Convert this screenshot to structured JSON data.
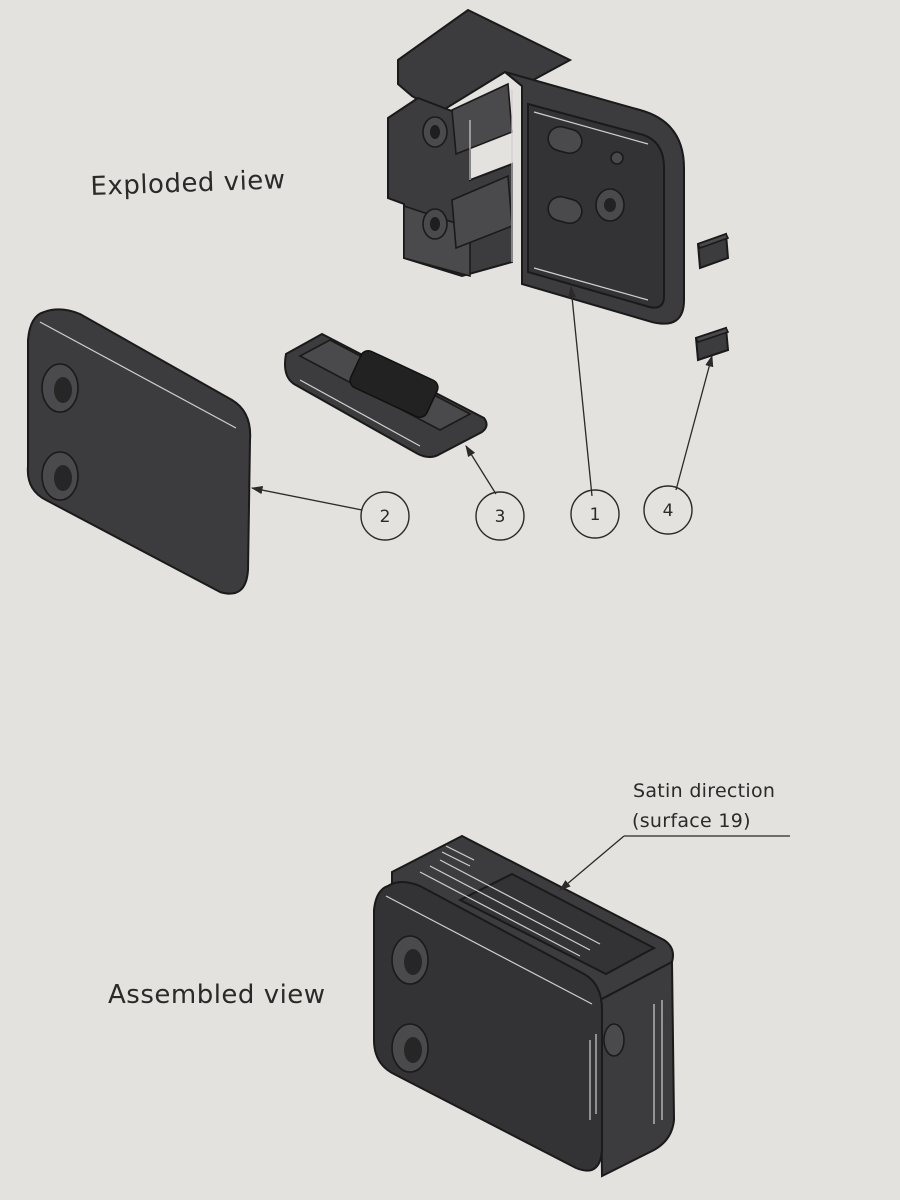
{
  "sheet": {
    "background_color": "#e4e2de",
    "ink_color": "#2a2a2a",
    "part_color": "#3c3c3e"
  },
  "exploded_view": {
    "title": "Exploded view",
    "balloons": [
      {
        "id": "1",
        "label": "1"
      },
      {
        "id": "2",
        "label": "2"
      },
      {
        "id": "3",
        "label": "3"
      },
      {
        "id": "4",
        "label": "4"
      }
    ]
  },
  "assembled_view": {
    "title": "Assembled view",
    "note": {
      "line1": "Satin direction",
      "line2": "(surface 19)"
    }
  }
}
